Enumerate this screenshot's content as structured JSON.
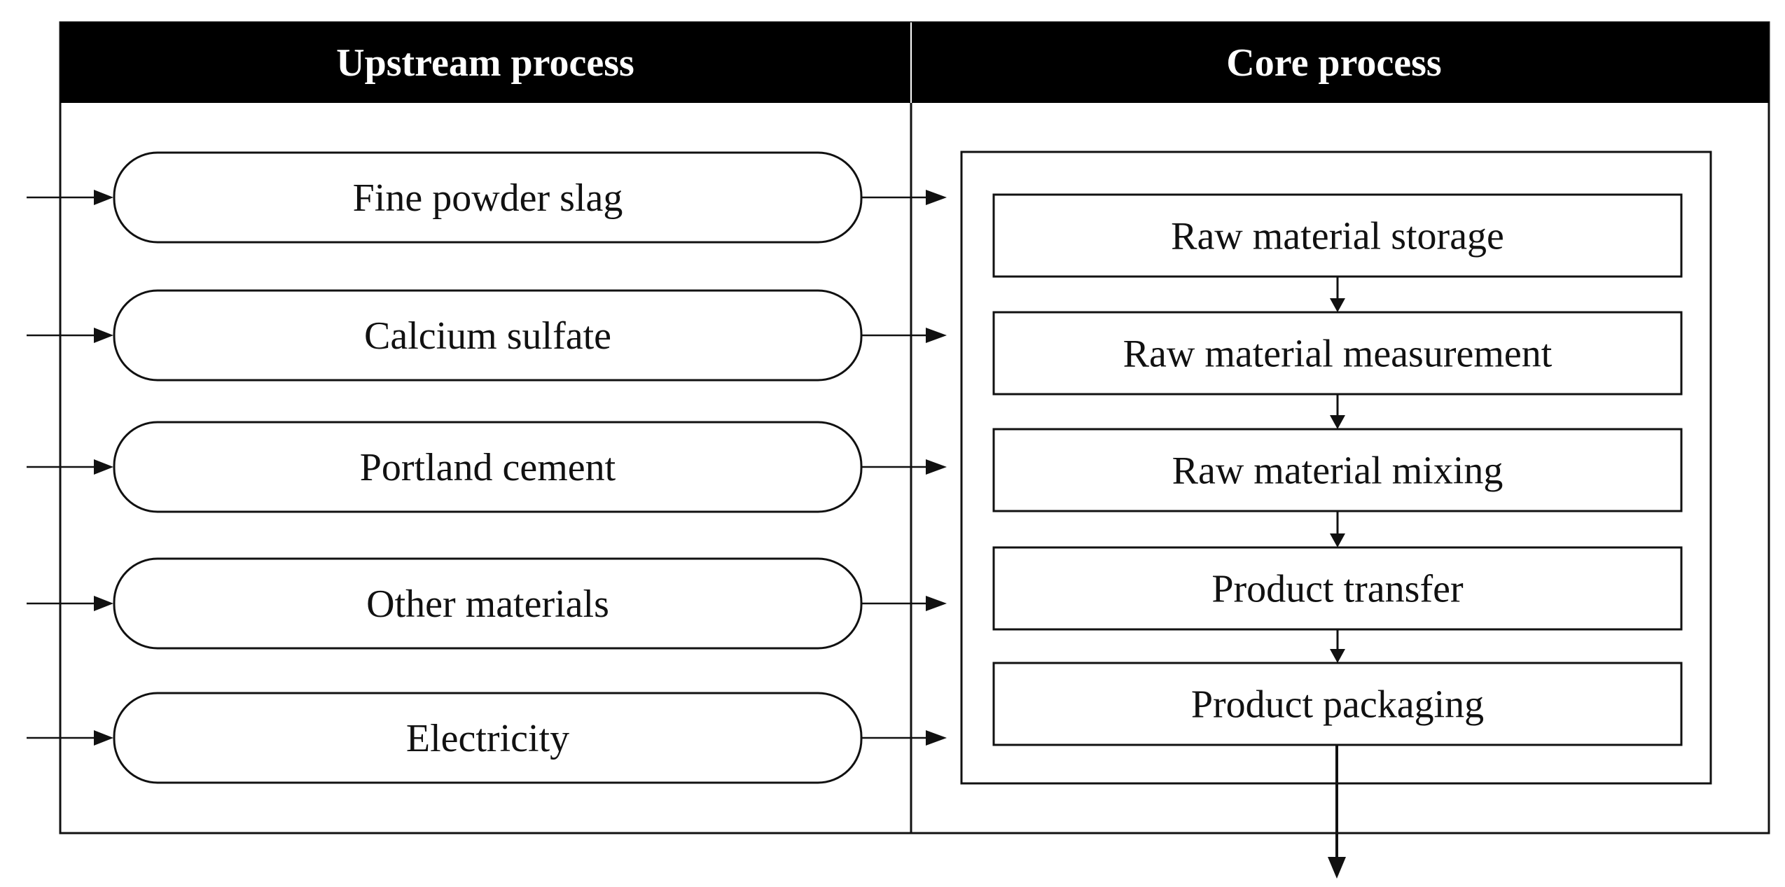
{
  "headers": {
    "upstream": "Upstream process",
    "core": "Core process"
  },
  "upstream_inputs": [
    {
      "label": "Fine powder slag"
    },
    {
      "label": "Calcium  sulfate"
    },
    {
      "label": "Portland  cement"
    },
    {
      "label": "Other materials"
    },
    {
      "label": "Electricity"
    }
  ],
  "core_steps": [
    {
      "label": "Raw material  storage"
    },
    {
      "label": "Raw material  measurement"
    },
    {
      "label": "Raw material  mixing"
    },
    {
      "label": "Product transfer"
    },
    {
      "label": "Product packaging"
    }
  ],
  "colors": {
    "header_bg": "#000000",
    "header_text": "#ffffff",
    "core_panel_bg": "#d4d4d4",
    "line": "#111111"
  }
}
